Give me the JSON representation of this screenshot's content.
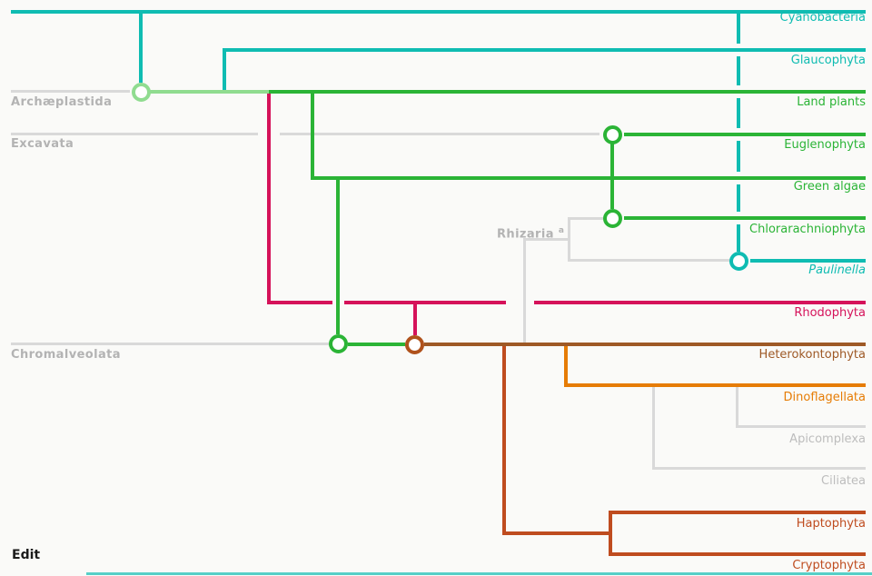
{
  "page": {
    "background": "#fafaf8",
    "edit_label": "Edit"
  },
  "colors": {
    "teal": "#0fbcb2",
    "green": "#2bb436",
    "pale-green": "#90dc90",
    "crimson": "#d5125a",
    "brown": "#9e5926",
    "brown-circle": "#b0521c",
    "orange": "#e67c05",
    "rust": "#bf4c1f",
    "gray-line": "#d9d9d9",
    "gray-host-label": "#b3b3b3",
    "gray-taxon-label": "#bdbdbd",
    "edit-text": "#1b1b1b"
  },
  "tree": {
    "hosts": [
      {
        "label": "Archæplastida"
      },
      {
        "label": "Excavata"
      },
      {
        "label": "Rhizaria",
        "footnote": "a"
      },
      {
        "label": "Chromalveolata"
      }
    ],
    "taxa": [
      {
        "label": "Cyanobacteria",
        "color": "teal"
      },
      {
        "label": "Glaucophyta",
        "color": "teal"
      },
      {
        "label": "Land plants",
        "color": "green"
      },
      {
        "label": "Euglenophyta",
        "color": "green"
      },
      {
        "label": "Green algae",
        "color": "green"
      },
      {
        "label": "Chlorarachniophyta",
        "color": "green"
      },
      {
        "label": "Paulinella",
        "color": "teal"
      },
      {
        "label": "Rhodophyta",
        "color": "crimson"
      },
      {
        "label": "Heterokontophyta",
        "color": "brown"
      },
      {
        "label": "Dinoflagellata",
        "color": "orange"
      },
      {
        "label": "Apicomplexa",
        "color": "gray-taxon-label"
      },
      {
        "label": "Ciliatea",
        "color": "gray-taxon-label"
      },
      {
        "label": "Haptophyta",
        "color": "rust"
      },
      {
        "label": "Cryptophyta",
        "color": "rust"
      }
    ],
    "endosymbiosis_nodes": [
      {
        "on": "Archæplastida stem",
        "color": "pale-green"
      },
      {
        "on": "Euglenophyta stem",
        "color": "green"
      },
      {
        "on": "Chlorarachniophyta stem",
        "color": "green"
      },
      {
        "on": "Paulinella stem",
        "color": "teal"
      },
      {
        "on": "Chromalveolata stem (green algal)",
        "color": "green"
      },
      {
        "on": "Chromalveolata stem (red algal)",
        "color": "brown-circle"
      }
    ]
  }
}
